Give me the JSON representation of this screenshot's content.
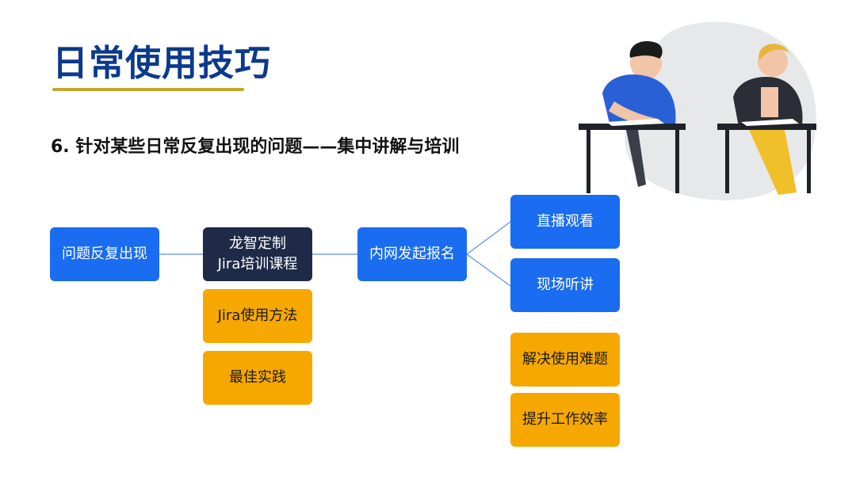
{
  "header": {
    "title": "日常使用技巧",
    "subtitle": "6. 针对某些日常反复出现的问题——集中讲解与培训"
  },
  "diagram": {
    "problem": "问题反复出现",
    "course": {
      "line1": "龙智定制",
      "line2": "Jira培训课程"
    },
    "course_topics": [
      "Jira使用方法",
      "最佳实践"
    ],
    "signup": "内网发起报名",
    "formats": [
      "直播观看",
      "现场听讲"
    ],
    "outcomes": [
      "解决使用难题",
      "提升工作效率"
    ]
  },
  "colors": {
    "title": "#0b3a8c",
    "underline": "#c4a72e",
    "blue_node": "#1a6cf0",
    "navy_node": "#1e2a47",
    "orange_node": "#f6a800",
    "connector": "#5b8fd8"
  }
}
